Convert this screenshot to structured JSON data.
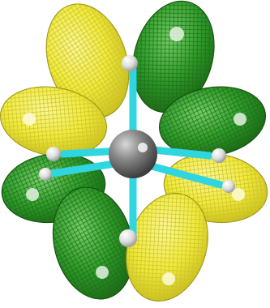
{
  "scene": {
    "background": "#ffffff",
    "colors": {
      "positive_lobe": "#f4ef3c",
      "positive_lobe_dark": "#b8b020",
      "negative_lobe": "#2f9a2a",
      "negative_lobe_dark": "#15600f",
      "bond": "#2fd6e0",
      "central_atom": "#7a7a7a",
      "ligand_atom": "#e8e8e8"
    },
    "lobes": [
      {
        "name": "lobe-top-left",
        "phase": "positive"
      },
      {
        "name": "lobe-top-right",
        "phase": "negative"
      },
      {
        "name": "lobe-upper-left",
        "phase": "positive"
      },
      {
        "name": "lobe-upper-right",
        "phase": "negative"
      },
      {
        "name": "lobe-lower-left",
        "phase": "negative"
      },
      {
        "name": "lobe-lower-right",
        "phase": "positive"
      },
      {
        "name": "lobe-bottom-left",
        "phase": "negative"
      },
      {
        "name": "lobe-bottom-right",
        "phase": "positive"
      }
    ],
    "atoms": {
      "central": "central-atom",
      "ligands": [
        "ligand-top",
        "ligand-bottom",
        "ligand-upper-left",
        "ligand-upper-right",
        "ligand-lower-left",
        "ligand-lower-right"
      ]
    }
  }
}
